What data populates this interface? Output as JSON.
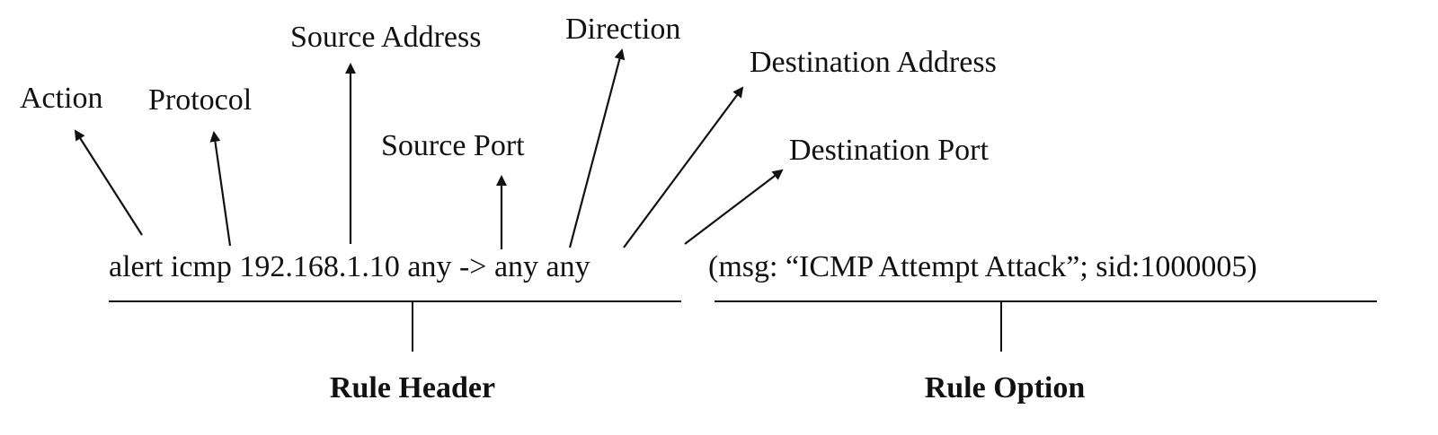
{
  "rule_text": {
    "header": "alert icmp 192.168.1.10 any -> any any",
    "option": "(msg: “ICMP Attempt Attack”; sid:1000005)"
  },
  "parts": {
    "action": "Action",
    "protocol": "Protocol",
    "source_address": "Source Address",
    "source_port": "Source Port",
    "direction": "Direction",
    "destination_address": "Destination Address",
    "destination_port": "Destination Port"
  },
  "sections": {
    "rule_header": "Rule Header",
    "rule_option": "Rule Option"
  }
}
